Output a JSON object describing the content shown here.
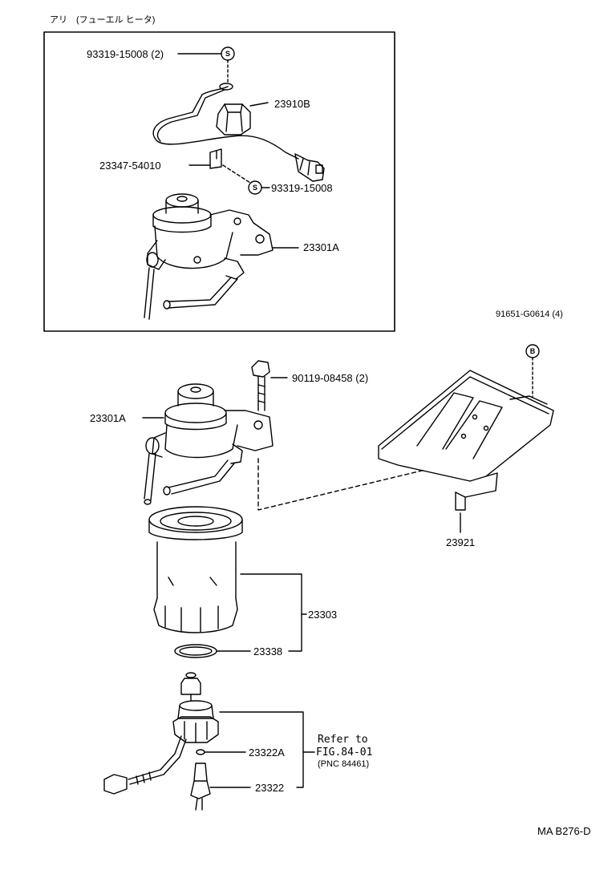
{
  "header": {
    "condition": "アリ　(フューエル ヒータ)"
  },
  "footer": {
    "figure_code": "MA  B276-D"
  },
  "callout_symbols": {
    "screw": "S",
    "bolt": "B"
  },
  "labels": {
    "p93319_15008_2": "93319-15008 (2)",
    "p23910B": "23910B",
    "p23347_54010": "23347-54010",
    "p93319_15008": "93319-15008",
    "p23301A_top": "23301A",
    "p91651_G0614": "91651-G0614 (4)",
    "p90119_08458": "90119-08458 (2)",
    "p23301A": "23301A",
    "p23921": "23921",
    "p23303": "23303",
    "p23338": "23338",
    "p23322A": "23322A",
    "p23322": "23322"
  },
  "refer": {
    "line1": "Refer to",
    "line2": "FIG.84-01",
    "line3": "(PNC 84461)"
  }
}
